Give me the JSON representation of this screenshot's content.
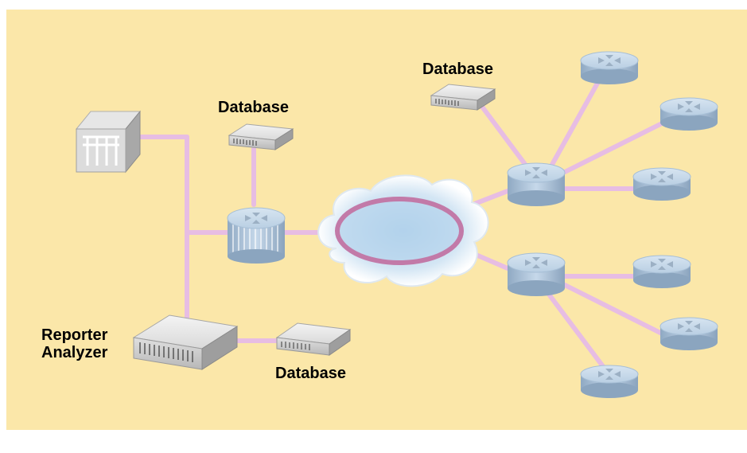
{
  "labels": {
    "database_top_right": "Database",
    "database_top_center": "Database",
    "database_bottom": "Database",
    "reporter_analyzer_line1": "Reporter",
    "reporter_analyzer_line2": "Analyzer"
  },
  "colors": {
    "background": "#fbe7a9",
    "link": "#e7bde3",
    "ring": "#c27aa8",
    "device_blue": "#a9c3db"
  },
  "icons": [
    "firewall-icon",
    "server-icon",
    "router-icon",
    "hub-router-icon",
    "network-cloud-icon",
    "reporter-analyzer-icon"
  ]
}
